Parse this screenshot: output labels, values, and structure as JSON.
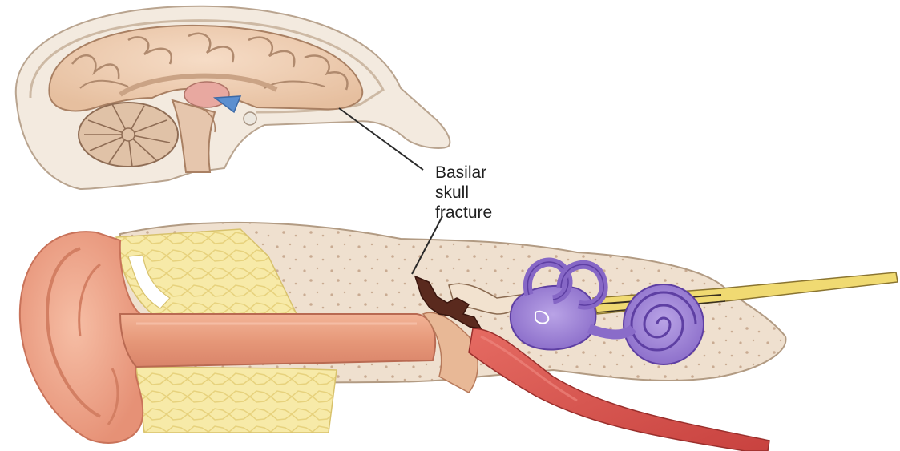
{
  "annotation": {
    "lines": [
      "Basilar",
      "skull",
      "fracture"
    ]
  },
  "colors": {
    "skull_bone": "#f1e6d8",
    "brain": "#f0d2b8",
    "brain_outline": "#b08a6e",
    "ear_skin": "#eea98e",
    "ear_canal": "#e59a7d",
    "fat_tissue": "#f7eaa8",
    "temporal_bone": "#eedccb",
    "inner_ear": "#a48ad6",
    "eustachian_tube": "#d9514f",
    "nerve": "#e8d36a",
    "fracture": "#5a2a1e",
    "pointer_line": "#2a2a2a"
  }
}
